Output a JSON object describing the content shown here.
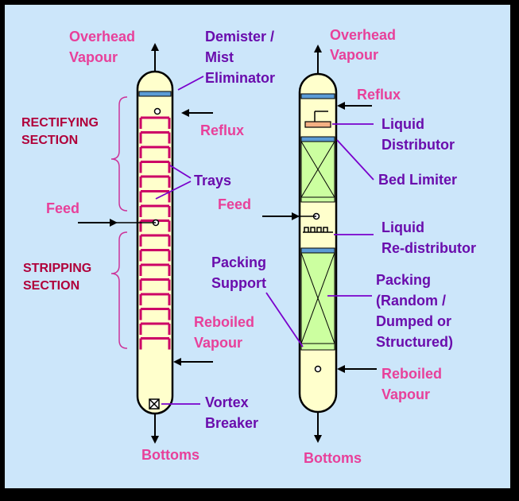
{
  "colors": {
    "background": "#cce6fa",
    "column_fill": "#ffffcc",
    "packing_fill": "#ccffa0",
    "tray_color": "#cc0066",
    "label_pink": "#e8409a",
    "label_purple": "#6a0dad",
    "section_red": "#b0003a",
    "leader_purple": "#7a00cc"
  },
  "tray_column": {
    "overhead": [
      "Overhead",
      "Vapour"
    ],
    "demister": [
      "Demister /",
      "Mist",
      "Eliminator"
    ],
    "rectifying": [
      "RECTIFYING",
      "SECTION"
    ],
    "reflux": "Reflux",
    "trays": "Trays",
    "feed": "Feed",
    "stripping": [
      "STRIPPING",
      "SECTION"
    ],
    "reboiled": [
      "Reboiled",
      "Vapour"
    ],
    "vortex": [
      "Vortex",
      "Breaker"
    ],
    "bottoms": "Bottoms"
  },
  "packed_column": {
    "overhead": [
      "Overhead",
      "Vapour"
    ],
    "reflux": "Reflux",
    "liquid_distributor": [
      "Liquid",
      "Distributor"
    ],
    "bed_limiter": "Bed Limiter",
    "feed": "Feed",
    "redistributor": [
      "Liquid",
      "Re-distributor"
    ],
    "packing_support": [
      "Packing",
      "Support"
    ],
    "packing": [
      "Packing",
      "(Random /",
      "Dumped or",
      "Structured)"
    ],
    "reboiled": [
      "Reboiled",
      "Vapour"
    ],
    "bottoms": "Bottoms"
  }
}
